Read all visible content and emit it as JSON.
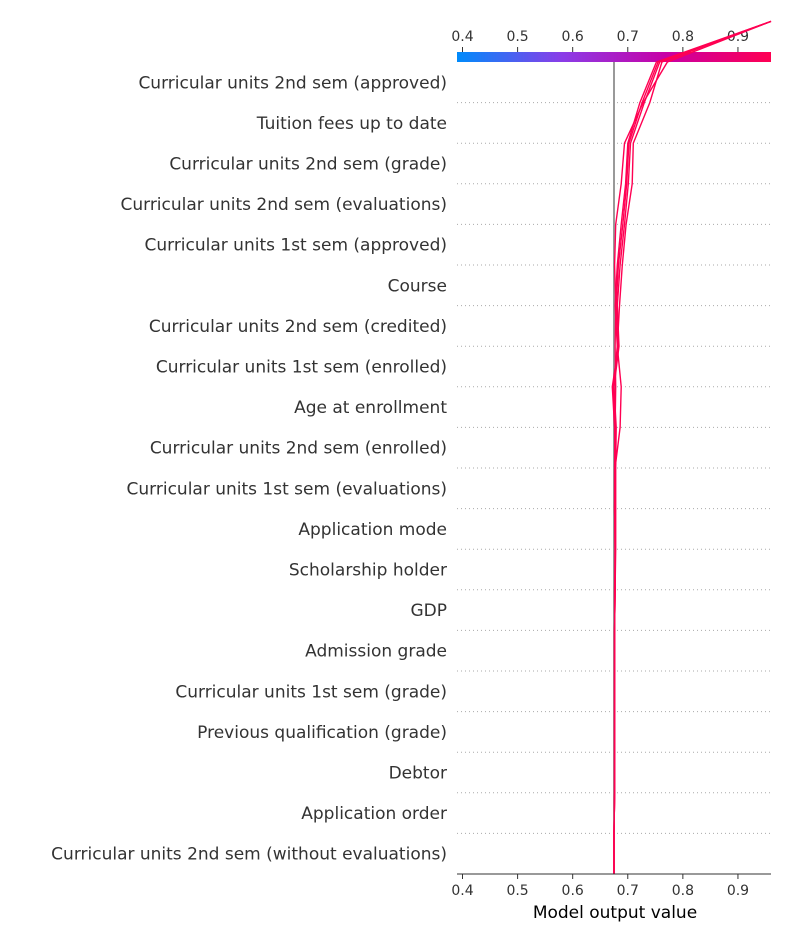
{
  "chart_data": {
    "type": "line",
    "chart_kind": "decision-plot",
    "xlabel": "Model output value",
    "xlim": [
      0.39,
      0.96
    ],
    "x_ticks": [
      0.4,
      0.5,
      0.6,
      0.7,
      0.8,
      0.9
    ],
    "x_tick_labels": [
      "0.4",
      "0.5",
      "0.6",
      "0.7",
      "0.8",
      "0.9"
    ],
    "base_value": 0.675,
    "colorbar": {
      "colors": [
        "#008bfb",
        "#8a3de8",
        "#c800a5",
        "#ff0052"
      ],
      "range": [
        0.39,
        0.96
      ]
    },
    "line_color": "#ff0052",
    "base_line_color": "#999999",
    "grid": "dotted-horizontal",
    "features": [
      "Curricular units 2nd sem (approved)",
      "Tuition fees up to date",
      "Curricular units 2nd sem (grade)",
      "Curricular units 2nd sem (evaluations)",
      "Curricular units 1st sem (approved)",
      "Course",
      "Curricular units 2nd sem (credited)",
      "Curricular units 1st sem (enrolled)",
      "Age at enrollment",
      "Curricular units 2nd sem (enrolled)",
      "Curricular units 1st sem (evaluations)",
      "Application mode",
      "Scholarship holder",
      "GDP",
      "Admission grade",
      "Curricular units 1st sem (grade)",
      "Previous qualification (grade)",
      "Debtor",
      "Application order",
      "Curricular units 2nd sem (without evaluations)"
    ],
    "series": [
      {
        "values": [
          0.675,
          0.675,
          0.676,
          0.676,
          0.676,
          0.676,
          0.676,
          0.677,
          0.677,
          0.676,
          0.676,
          0.677,
          0.678,
          0.677,
          0.678,
          0.676,
          0.678,
          0.688,
          0.694,
          0.728,
          0.772,
          0.96
        ]
      },
      {
        "values": [
          0.675,
          0.675,
          0.676,
          0.676,
          0.676,
          0.676,
          0.676,
          0.676,
          0.677,
          0.676,
          0.677,
          0.686,
          0.688,
          0.681,
          0.685,
          0.69,
          0.697,
          0.708,
          0.71,
          0.74,
          0.762,
          0.96
        ]
      },
      {
        "values": [
          0.675,
          0.675,
          0.676,
          0.676,
          0.676,
          0.676,
          0.676,
          0.677,
          0.678,
          0.678,
          0.678,
          0.679,
          0.675,
          0.684,
          0.681,
          0.686,
          0.694,
          0.701,
          0.705,
          0.73,
          0.758,
          0.96
        ]
      },
      {
        "values": [
          0.675,
          0.675,
          0.676,
          0.676,
          0.676,
          0.676,
          0.676,
          0.677,
          0.677,
          0.677,
          0.677,
          0.676,
          0.672,
          0.683,
          0.679,
          0.683,
          0.691,
          0.698,
          0.702,
          0.726,
          0.755,
          0.96
        ]
      },
      {
        "values": [
          0.675,
          0.675,
          0.676,
          0.676,
          0.676,
          0.676,
          0.676,
          0.677,
          0.677,
          0.677,
          0.677,
          0.677,
          0.674,
          0.681,
          0.677,
          0.681,
          0.688,
          0.696,
          0.7,
          0.722,
          0.752,
          0.96
        ]
      }
    ]
  }
}
